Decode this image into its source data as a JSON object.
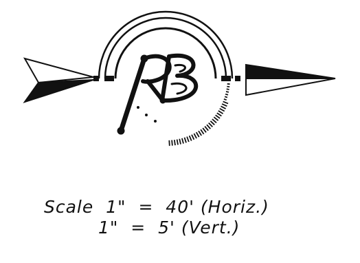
{
  "scale": {
    "horizontal": "Scale  1\"  =  40' (Horiz.)",
    "vertical": "1\"  =  5' (Vert.)"
  },
  "logo": {
    "letters": "RB"
  },
  "colors": {
    "ink": "#111111",
    "background": "#ffffff"
  }
}
